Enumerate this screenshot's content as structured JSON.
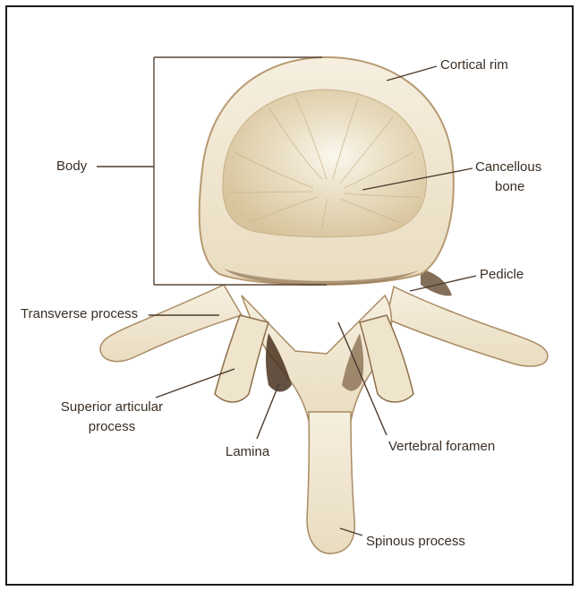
{
  "labels": {
    "cortical_rim": "Cortical rim",
    "body": "Body",
    "cancellous_bone_1": "Cancellous",
    "cancellous_bone_2": "bone",
    "pedicle": "Pedicle",
    "transverse_process": "Transverse process",
    "superior_articular_1": "Superior articular",
    "superior_articular_2": "process",
    "lamina": "Lamina",
    "vertebral_foramen": "Vertebral foramen",
    "spinous_process": "Spinous process"
  },
  "colors": {
    "bone": "#f3ead6",
    "bone_shadow": "#c7ad88",
    "cancellous": "#e2d4b4",
    "dark_shadow": "#6a4a2c",
    "leader": "#4a3a2e",
    "border": "#1a1a1a"
  }
}
